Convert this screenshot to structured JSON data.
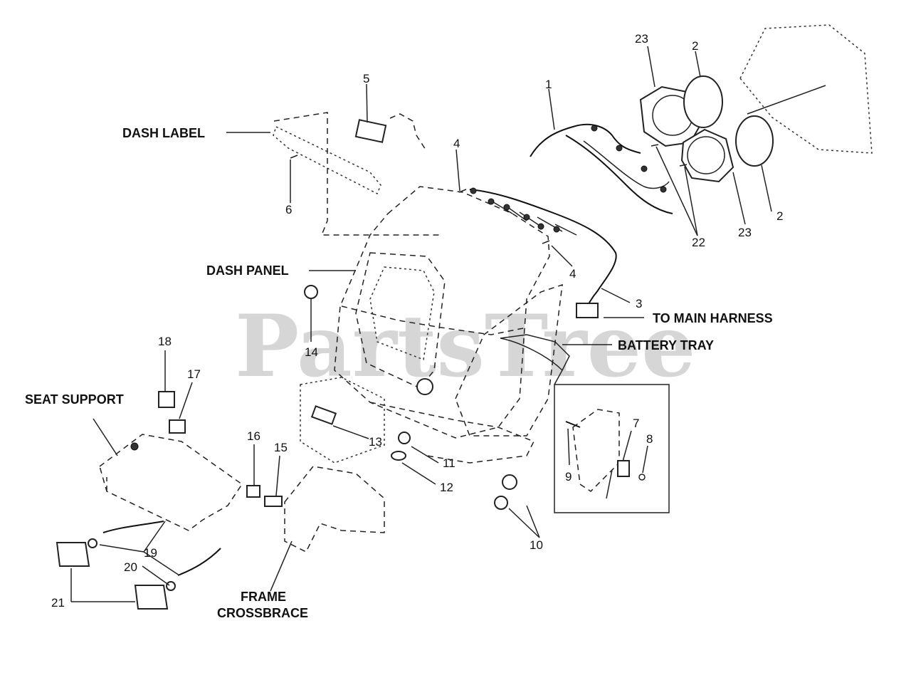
{
  "watermark": "PartsTree",
  "labels": {
    "dash_label": "DASH LABEL",
    "dash_panel": "DASH PANEL",
    "to_main_harness": "TO MAIN HARNESS",
    "battery_tray": "BATTERY TRAY",
    "seat_support": "SEAT SUPPORT",
    "frame_crossbrace_1": "FRAME",
    "frame_crossbrace_2": "CROSSBRACE"
  },
  "callouts": {
    "c1": "1",
    "c2a": "2",
    "c2b": "2",
    "c3": "3",
    "c4a": "4",
    "c4b": "4",
    "c5": "5",
    "c6": "6",
    "c7": "7",
    "c8": "8",
    "c9": "9",
    "c10": "10",
    "c11": "11",
    "c12": "12",
    "c13": "13",
    "c14": "14",
    "c15": "15",
    "c16": "16",
    "c17": "17",
    "c18": "18",
    "c19": "19",
    "c20": "20",
    "c21": "21",
    "c22": "22",
    "c23a": "23",
    "c23b": "23"
  }
}
